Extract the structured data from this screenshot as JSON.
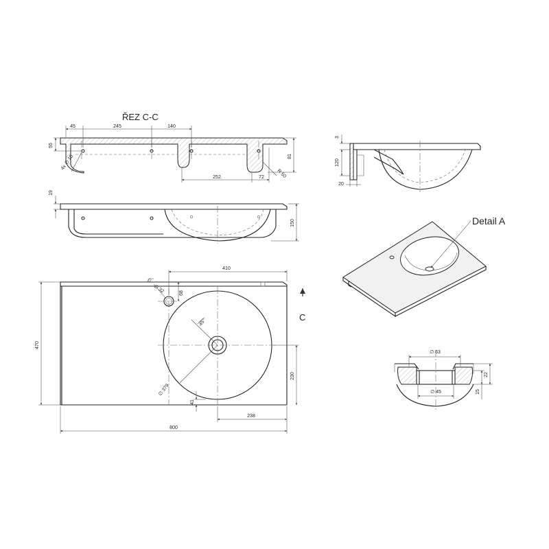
{
  "section": {
    "title": "ŘEZ C-C",
    "dims": {
      "d45": "45",
      "d245": "245",
      "d140": "140",
      "d55": "55",
      "hole": "4x ∅ 10",
      "d252": "252",
      "d72": "72",
      "r50": "R 50"
    }
  },
  "front": {
    "dims": {
      "d19": "19",
      "d150": "150"
    }
  },
  "side": {
    "dims": {
      "d3": "3",
      "d81": "81",
      "d120": "120",
      "d20": "20"
    }
  },
  "plan": {
    "dims": {
      "d410": "410",
      "d470": "470",
      "d800": "800",
      "d238": "238",
      "d230": "230",
      "d41": "41",
      "d68": "68",
      "d32": "∅ 32",
      "d379": "∅ 379",
      "angle": "45°"
    },
    "section_marker": "C"
  },
  "detail": {
    "label": "Detail A",
    "dims": {
      "d63": "∅ 63",
      "d45": "∅ 45",
      "d22": "22",
      "d15": "15"
    }
  },
  "colors": {
    "line": "#222222",
    "hatch": "#9a9a9a",
    "surface": "#f1f1f1"
  }
}
